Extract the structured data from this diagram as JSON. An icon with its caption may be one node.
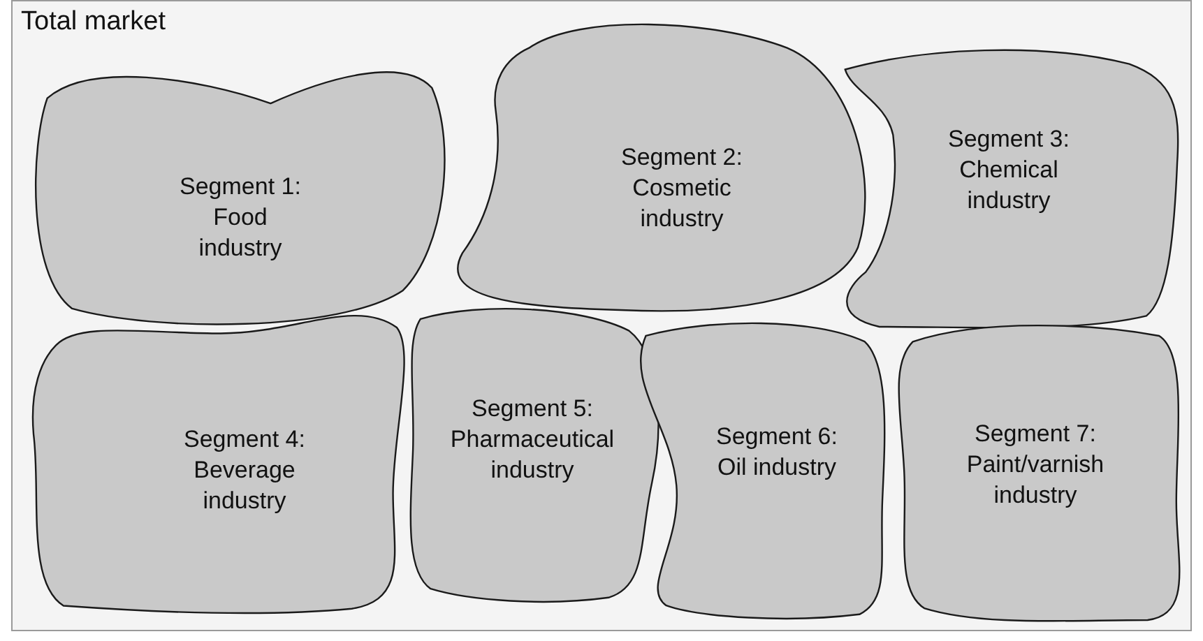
{
  "diagram": {
    "nodes": [
      {
        "text": [
          "Total market"
        ]
      },
      {
        "text": [
          "Segment 1: Food industry"
        ],
        "in": 0
      },
      {
        "text": [
          "Segment 2: Cosmetic industry"
        ],
        "in": 0
      },
      {
        "text": [
          "Segment 3: Chemical industry"
        ],
        "in": 0
      },
      {
        "text": [
          "Segment 4: Beverage industry"
        ],
        "in": 0
      },
      {
        "text": [
          "Segment 5: Pharmaceutical industry"
        ],
        "in": 0
      },
      {
        "text": [
          "Segment 6: Oil industry"
        ],
        "in": 0
      },
      {
        "text": [
          "Segment 7: Paint/varnish industry"
        ],
        "in": 0
      }
    ]
  }
}
